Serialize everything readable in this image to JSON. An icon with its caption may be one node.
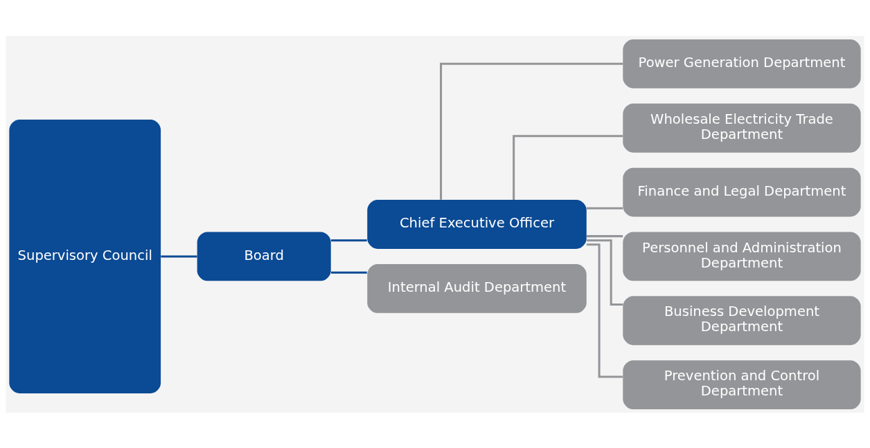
{
  "diagram": {
    "nodes": [
      {
        "text": [
          "Supervisory Council"
        ]
      },
      {
        "text": [
          "Board"
        ]
      },
      {
        "text": [
          "Chief Executive Officer"
        ]
      },
      {
        "text": [
          "Internal Audit Department"
        ]
      },
      {
        "text": [
          "Power Generation Department"
        ]
      },
      {
        "text": [
          "Wholesale Electricity Trade Department"
        ]
      },
      {
        "text": [
          "Finance and Legal Department"
        ]
      },
      {
        "text": [
          "Personnel and Administration Department"
        ]
      },
      {
        "text": [
          "Business Development Department"
        ]
      },
      {
        "text": [
          "Prevention and Control Department"
        ]
      }
    ],
    "edges": [
      {
        "from": 0,
        "to": 1,
        "arrow": "none",
        "color": "#0b4a94"
      },
      {
        "from": 1,
        "to": 2,
        "arrow": "none",
        "color": "#0b4a94"
      },
      {
        "from": 1,
        "to": 3,
        "arrow": "none",
        "color": "#0b4a94"
      },
      {
        "from": 2,
        "to": 4,
        "arrow": "none"
      },
      {
        "from": 2,
        "to": 5,
        "arrow": "none"
      },
      {
        "from": 2,
        "to": 6,
        "arrow": "none"
      },
      {
        "from": 2,
        "to": 7,
        "arrow": "none"
      },
      {
        "from": 2,
        "to": 8,
        "arrow": "none"
      },
      {
        "from": 2,
        "to": 9,
        "arrow": "none"
      }
    ]
  }
}
